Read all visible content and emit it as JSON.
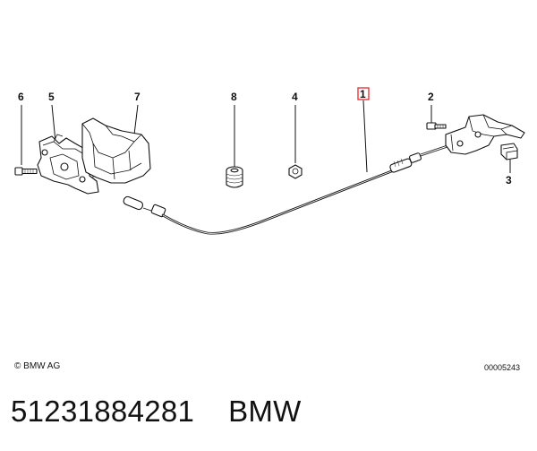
{
  "callouts": [
    {
      "id": "6",
      "label": "6"
    },
    {
      "id": "5",
      "label": "5"
    },
    {
      "id": "7",
      "label": "7"
    },
    {
      "id": "8",
      "label": "8"
    },
    {
      "id": "4",
      "label": "4"
    },
    {
      "id": "1",
      "label": "1",
      "highlighted": true
    },
    {
      "id": "2",
      "label": "2"
    },
    {
      "id": "3",
      "label": "3"
    }
  ],
  "copyright": "© BMW AG",
  "diagram_number": "00005243",
  "part_number": "51231884281",
  "brand": "BMW",
  "colors": {
    "highlight": "#e8363c",
    "line": "#111111",
    "background": "#ffffff"
  }
}
